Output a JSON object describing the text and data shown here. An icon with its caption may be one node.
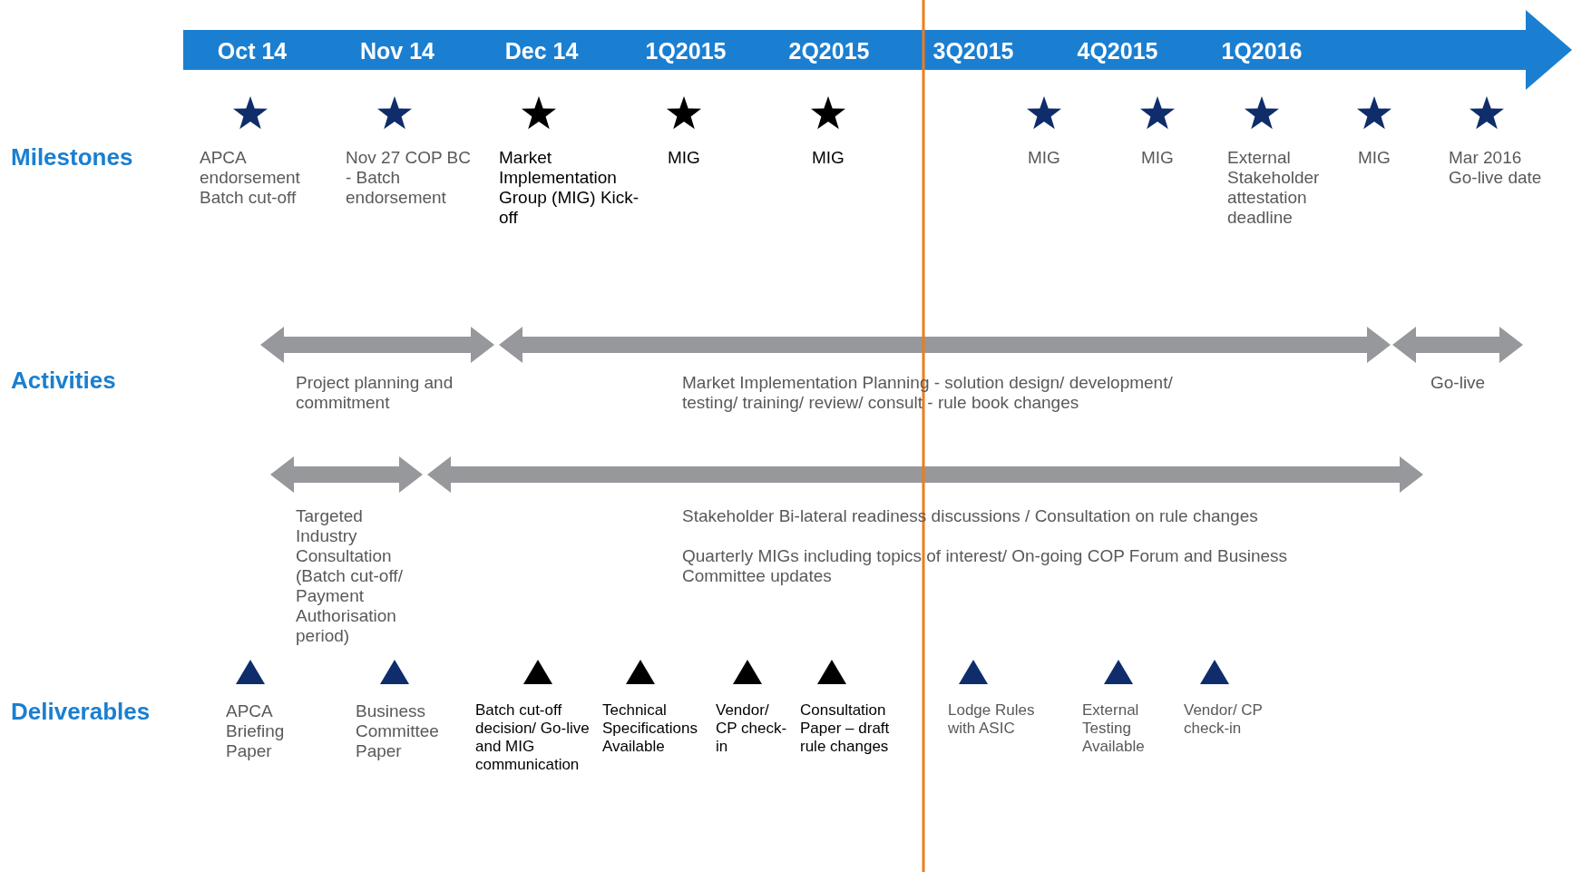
{
  "diagram": {
    "labels": [
      "Oct 14",
      "Nov 14",
      "Dec 14",
      "1Q2015",
      "2Q2015",
      "3Q2015",
      "4Q2015",
      "1Q2016",
      "Milestones",
      "APCA endorsement Batch cut-off",
      "Nov 27 COP BC -  Batch endorsement",
      "Market Implementation Group (MIG) Kick-off",
      "MIG",
      "MIG",
      "MIG",
      "MIG",
      "External Stakeholder attestation deadline",
      "MIG",
      "Mar 2016 Go-live date",
      "Activities",
      "Project planning and commitment",
      "Market Implementation Planning - solution design/ development/ testing/ training/ review/ consult - rule book changes",
      "Go-live",
      "Targeted Industry Consultation (Batch cut-off/ Payment Authorisation period)",
      "Stakeholder Bi-lateral readiness discussions / Consultation on rule changes",
      "Quarterly MIGs including topics of interest/ On-going COP Forum and Business Committee updates",
      "Deliverables",
      "APCA Briefing Paper",
      "Business Committee Paper",
      "Batch cut-off decision/ Go-live and MIG communication",
      "Technical Specifications Available",
      "Vendor/ CP check-in",
      "Consultation Paper – draft rule changes",
      "Lodge Rules with ASIC",
      "External Testing Available",
      "Vendor/ CP check-in"
    ]
  }
}
